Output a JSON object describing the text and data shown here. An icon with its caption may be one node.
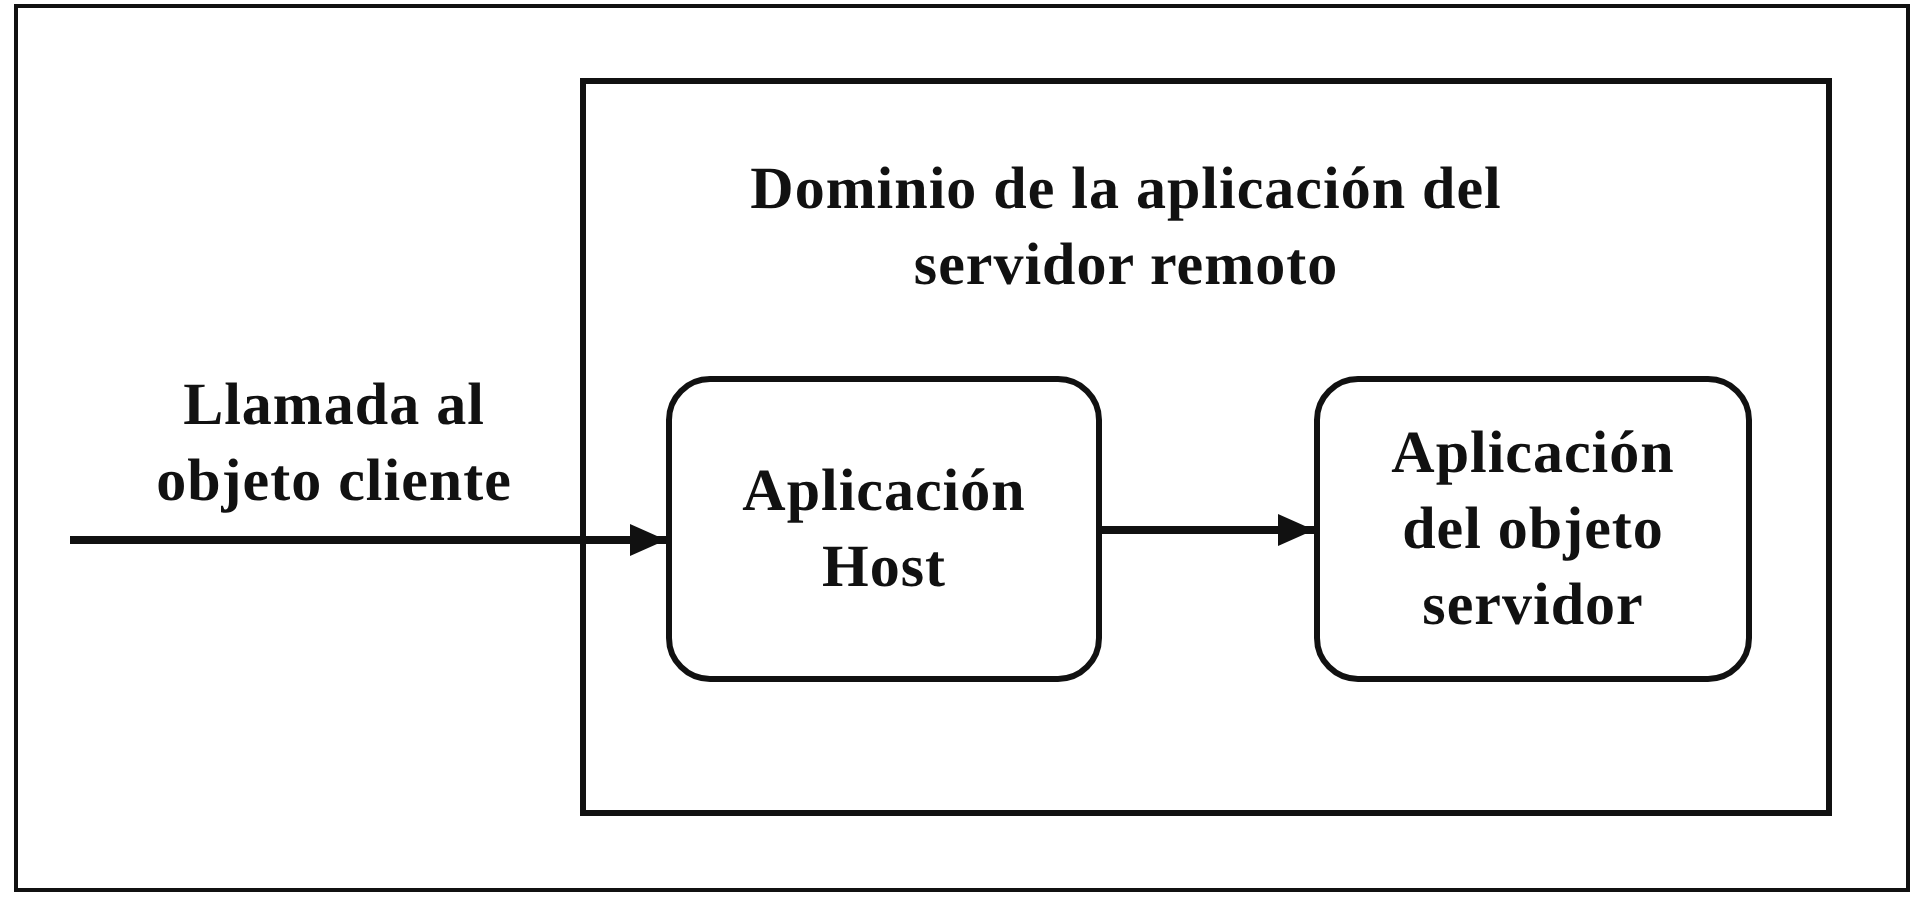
{
  "diagram": {
    "nodes": [
      {
        "text": [
          "Dominio de la aplicación del servidor remoto"
        ]
      },
      {
        "text": [
          "Aplicación Host"
        ],
        "in": 0
      },
      {
        "text": [
          "Aplicación del objeto servidor"
        ],
        "in": 0
      }
    ],
    "edges": [
      {
        "from": null,
        "to": 1,
        "arrow": "to",
        "label": "Llamada al objeto cliente"
      },
      {
        "from": 1,
        "to": 2,
        "arrow": "to"
      }
    ]
  }
}
